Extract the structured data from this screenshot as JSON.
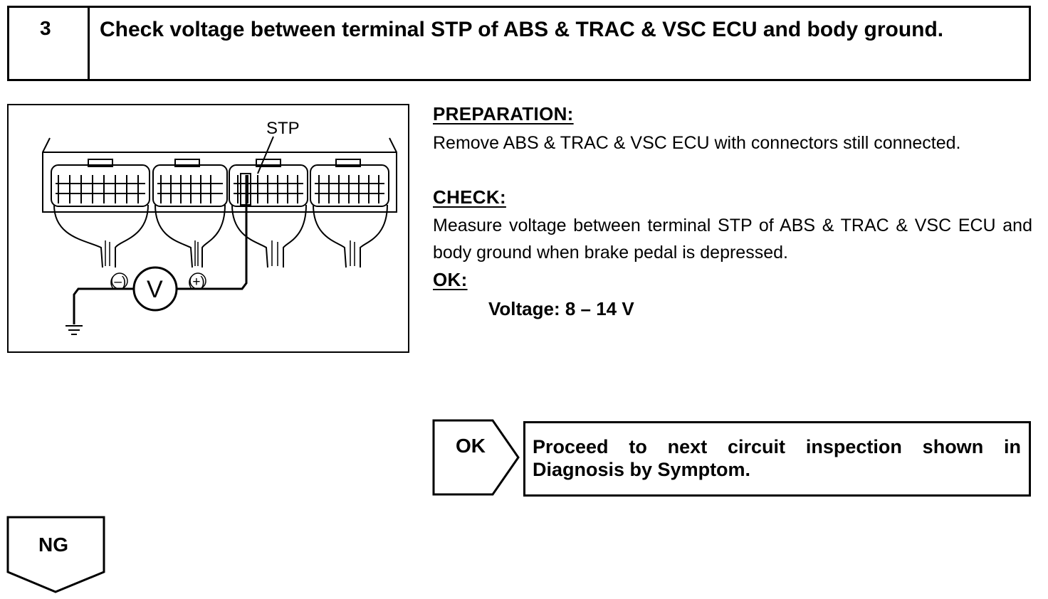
{
  "step": {
    "number": "3",
    "title": "Check voltage between terminal STP of ABS & TRAC & VSC ECU and body ground."
  },
  "diagram": {
    "terminal_label": "STP",
    "meter_symbol": "V",
    "negative_label": "(–)",
    "positive_label": "(+)"
  },
  "preparation": {
    "heading": "PREPARATION:",
    "text": "Remove ABS & TRAC & VSC ECU with connectors still connected."
  },
  "check": {
    "heading": "CHECK:",
    "text": "Measure voltage between terminal STP of ABS & TRAC & VSC ECU and body ground when brake pedal is depressed."
  },
  "ok_spec": {
    "heading": "OK:",
    "value": "Voltage: 8 – 14 V"
  },
  "results": {
    "ok_label": "OK",
    "ok_action": "Proceed to next circuit inspection shown in Diagnosis by Symptom.",
    "ng_label": "NG"
  }
}
